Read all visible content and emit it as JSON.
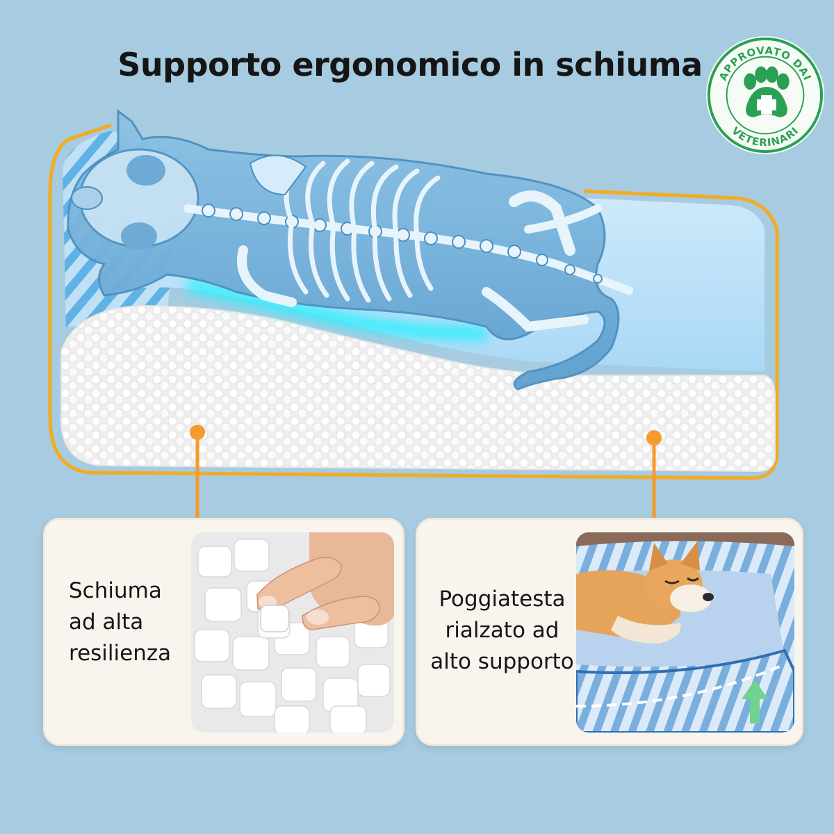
{
  "title": "Supporto ergonomico in schiuma",
  "badge": {
    "top_text": "APPROVATO DAI",
    "bottom_text": "VETERINARI",
    "color": "#2aa055"
  },
  "colors": {
    "background": "#a7cbe0",
    "outline": "#f2ac22",
    "callout": "#f59a2b",
    "card": "#f8f5ef"
  },
  "features": [
    {
      "label": "Schiuma ad alta resilienza",
      "icon": "foam-cubes-photo"
    },
    {
      "label": "Poggiatesta rialzato ad alto supporto",
      "icon": "sleeping-dog-photo"
    }
  ]
}
